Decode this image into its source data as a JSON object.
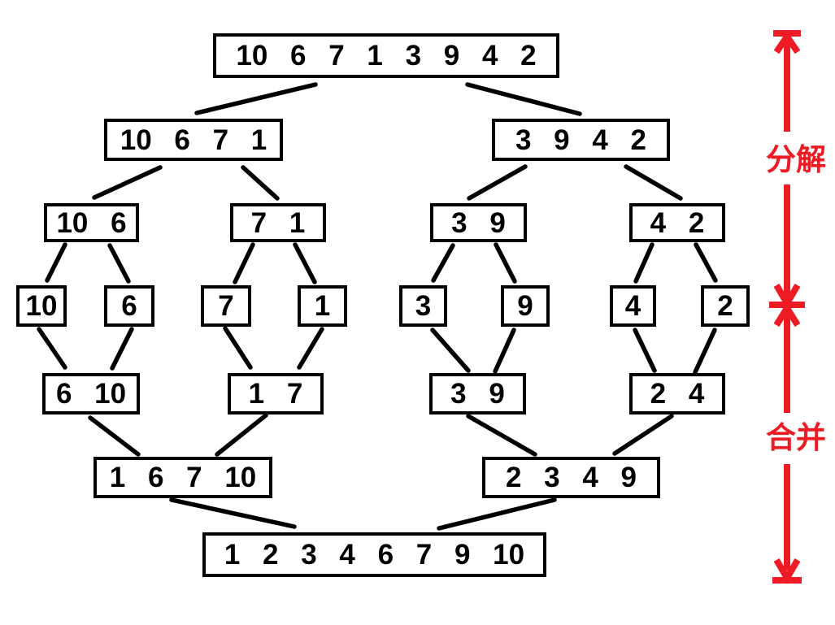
{
  "nodes": {
    "root": {
      "text": "10 6 7 1 3 9 4 2"
    },
    "split1_left": {
      "text": "10 6 7 1"
    },
    "split1_right": {
      "text": "3 9 4 2"
    },
    "split2_1": {
      "text": "10 6"
    },
    "split2_2": {
      "text": "7 1"
    },
    "split2_3": {
      "text": "3 9"
    },
    "split2_4": {
      "text": "4 2"
    },
    "single_1": {
      "text": "10"
    },
    "single_2": {
      "text": "6"
    },
    "single_3": {
      "text": "7"
    },
    "single_4": {
      "text": "1"
    },
    "single_5": {
      "text": "3"
    },
    "single_6": {
      "text": "9"
    },
    "single_7": {
      "text": "4"
    },
    "single_8": {
      "text": "2"
    },
    "merge1_1": {
      "text": "6 10"
    },
    "merge1_2": {
      "text": "1 7"
    },
    "merge1_3": {
      "text": "3 9"
    },
    "merge1_4": {
      "text": "2 4"
    },
    "merge2_left": {
      "text": "1 6 7 10"
    },
    "merge2_right": {
      "text": "2 3 4 9"
    },
    "sorted": {
      "text": "1 2 3 4 6 7 9 10"
    }
  },
  "labels": {
    "decompose": "分解",
    "merge": "合并"
  },
  "colors": {
    "arrow_red": "#ed1c24",
    "line_black": "#000000",
    "background": "#ffffff"
  }
}
